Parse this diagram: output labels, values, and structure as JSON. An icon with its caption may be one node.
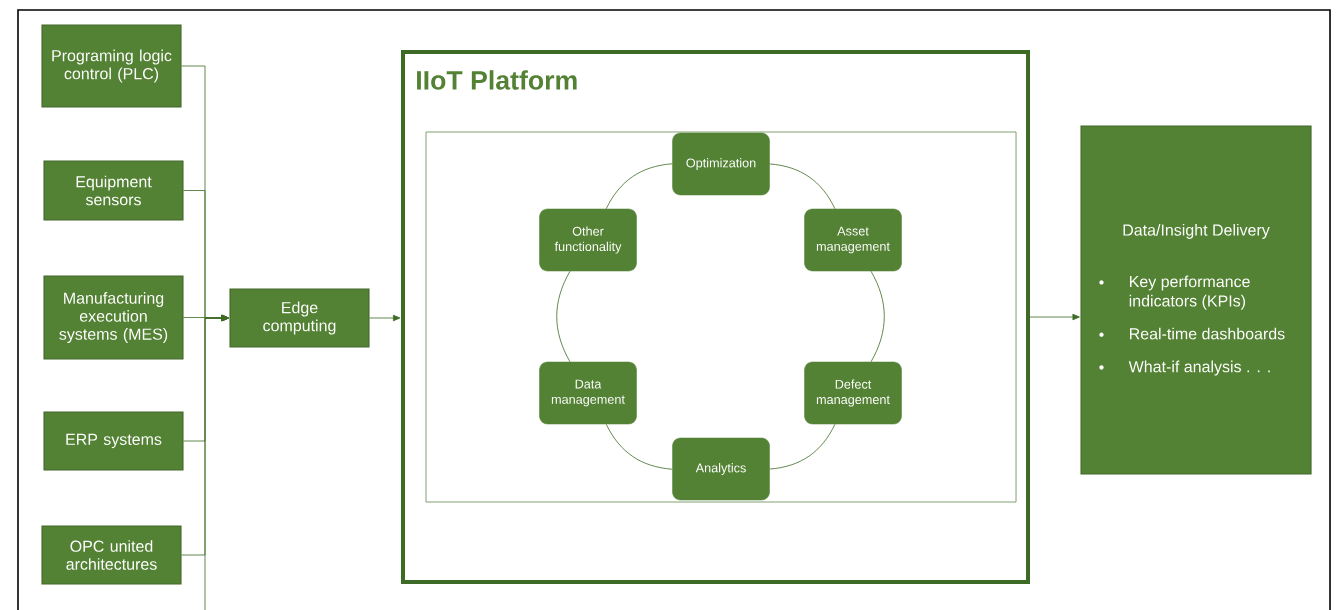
{
  "diagram": {
    "nodes": [
      {
        "text": [
          "Programing logic control (PLC)"
        ]
      },
      {
        "text": [
          "Equipment sensors"
        ]
      },
      {
        "text": [
          "Manufacturing execution systems (MES)"
        ]
      },
      {
        "text": [
          "ERP systems"
        ]
      },
      {
        "text": [
          "OPC united architectures"
        ]
      },
      {
        "text": [
          "Edge computing"
        ]
      },
      {
        "text": [
          "IIoT Platform"
        ]
      },
      {
        "text": [],
        "shape": "box",
        "in": 6
      },
      {
        "text": [
          "Optimization"
        ],
        "in": 7
      },
      {
        "text": [
          "Asset management"
        ],
        "in": 7
      },
      {
        "text": [
          "Defect management"
        ],
        "in": 7
      },
      {
        "text": [
          "Analytics"
        ],
        "in": 7
      },
      {
        "text": [
          "Data management"
        ],
        "in": 7
      },
      {
        "text": [
          "Other functionality"
        ],
        "in": 7
      },
      {
        "text": [
          "Data/Insight Delivery",
          "Key performance indicators (KPIs)",
          "Real-time dashboards",
          "What-if analysis . . ."
        ]
      }
    ],
    "edges": [
      {
        "from": 0,
        "to": 5,
        "arrow": "to"
      },
      {
        "from": 1,
        "to": 5,
        "arrow": "to"
      },
      {
        "from": 2,
        "to": 5,
        "arrow": "to"
      },
      {
        "from": 3,
        "to": 5,
        "arrow": "to"
      },
      {
        "from": 4,
        "to": 5,
        "arrow": "to"
      },
      {
        "from": null,
        "to": 5,
        "arrow": "to"
      },
      {
        "from": 5,
        "to": 6,
        "arrow": "to"
      },
      {
        "from": 6,
        "to": 14,
        "arrow": "to"
      },
      {
        "from": 8,
        "to": 9,
        "arrow": "none"
      },
      {
        "from": 9,
        "to": 10,
        "arrow": "none"
      },
      {
        "from": 10,
        "to": 11,
        "arrow": "none"
      },
      {
        "from": 11,
        "to": 12,
        "arrow": "none"
      },
      {
        "from": 12,
        "to": 13,
        "arrow": "none"
      },
      {
        "from": 13,
        "to": 8,
        "arrow": "none"
      }
    ]
  }
}
